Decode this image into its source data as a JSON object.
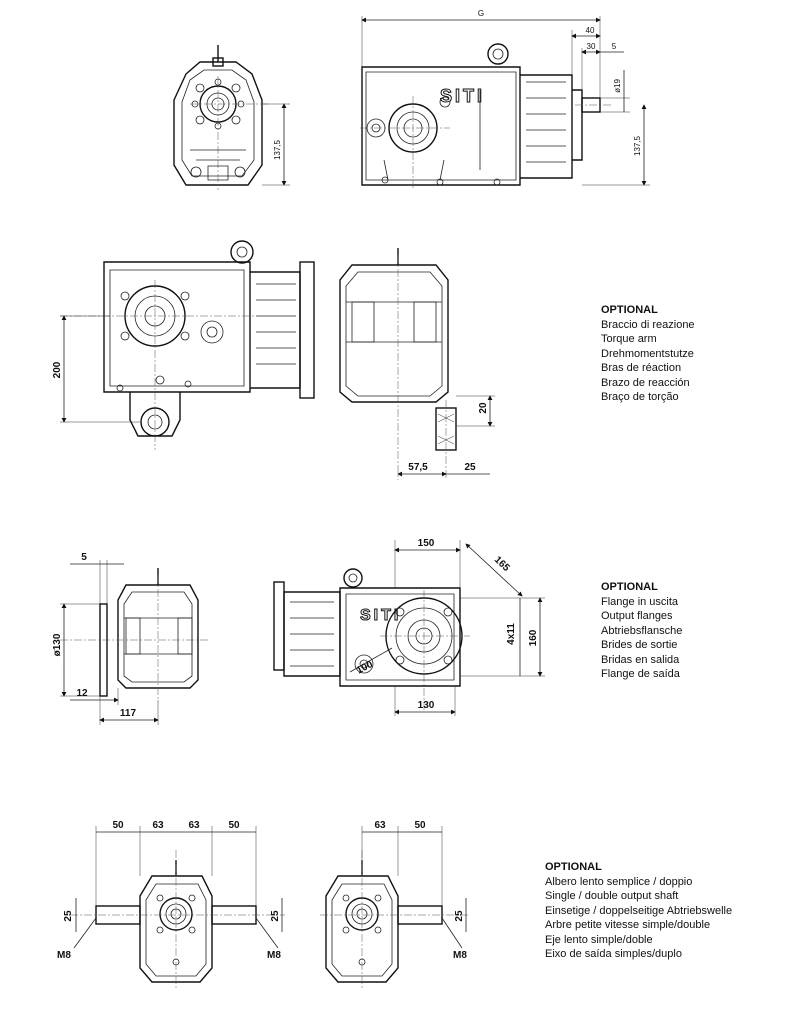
{
  "drawing": {
    "brand": "SITI",
    "top_row": {
      "dim_G": "G",
      "dim_40": "40",
      "dim_30": "30",
      "dim_5": "5",
      "dim_d19": "ø19",
      "dim_137a": "137,5",
      "dim_137b": "137,5"
    },
    "torque_arm": {
      "dim_200": "200",
      "dim_20": "20",
      "dim_575": "57,5",
      "dim_25": "25"
    },
    "flange": {
      "dim_5": "5",
      "dim_d130": "ø130",
      "dim_12": "12",
      "dim_117": "117",
      "dim_150": "150",
      "dim_165": "165",
      "dim_4x11": "4x11",
      "dim_160": "160",
      "dim_100": "100",
      "dim_130": "130"
    },
    "shaft": {
      "dim_50a": "50",
      "dim_63a": "63",
      "dim_63b": "63",
      "dim_50b": "50",
      "dim_25a": "25",
      "dim_25b": "25",
      "dim_m8a": "M8",
      "dim_m8b": "M8",
      "dim_63c": "63",
      "dim_50c": "50",
      "dim_25c": "25",
      "dim_m8c": "M8"
    }
  },
  "captions": [
    {
      "heading": "OPTIONAL",
      "items": [
        "Braccio di reazione",
        "Torque arm",
        "Drehmomentstutze",
        "Bras de réaction",
        "Brazo de reacción",
        "Braço de torção"
      ]
    },
    {
      "heading": "OPTIONAL",
      "items": [
        "Flange in uscita",
        "Output flanges",
        "Abtriebsflansche",
        "Brides de sortie",
        "Bridas en salida",
        "Flange de saída"
      ]
    },
    {
      "heading": "OPTIONAL",
      "items": [
        "Albero lento semplice / doppio",
        "Single / double output shaft",
        "Einsetige / doppelseitige Abtriebswelle",
        "Arbre petite vitesse simple/double",
        "Eje lento simple/doble",
        "Eixo de saída simples/duplo"
      ]
    }
  ]
}
